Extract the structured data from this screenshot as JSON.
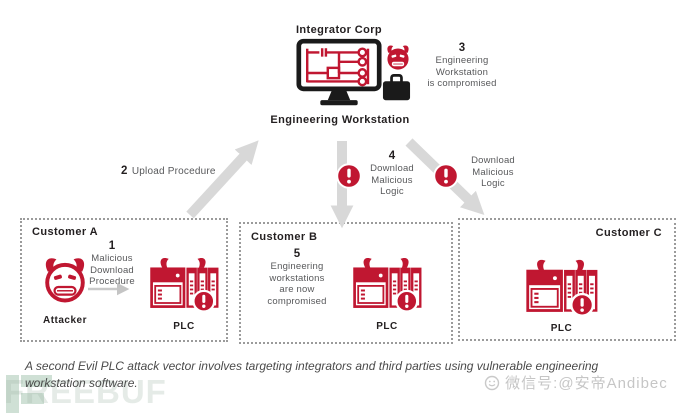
{
  "colors": {
    "brand_red": "#c01731",
    "arrow_gray": "#d8d8d8",
    "text_dark": "#231f20",
    "text_gray": "#58595b",
    "box_border_gray": "#9b9b9b",
    "caption_gray": "#4a4a4a"
  },
  "icons": {
    "devil": "devil-face-with-horns",
    "briefcase": "black-briefcase",
    "workstation": "monitor-with-ladder-logic",
    "plc": "plc-rack-with-devil-horns-and-alert",
    "alert": "exclamation-circle",
    "arrow": "thick-gray-arrow",
    "freebuf_logo": "pale-green-f-blocks",
    "chat_face": "smiley-watermark"
  },
  "integrator": {
    "title": "Integrator Corp",
    "workstation_label": "Engineering Workstation",
    "step3": {
      "num": "3",
      "lines": [
        "Engineering",
        "Workstation",
        "is compromised"
      ]
    }
  },
  "flows": {
    "upload": {
      "num": "2",
      "label": "Upload Procedure"
    },
    "download_b": {
      "num": "4",
      "lines": [
        "Download",
        "Malicious",
        "Logic"
      ]
    },
    "download_c": {
      "lines": [
        "Download",
        "Malicious",
        "Logic"
      ]
    }
  },
  "customers": [
    {
      "name": "Customer A",
      "attacker_label": "Attacker",
      "plc_label": "PLC",
      "step": {
        "num": "1",
        "lines": [
          "Malicious",
          "Download",
          "Procedure"
        ]
      }
    },
    {
      "name": "Customer B",
      "plc_label": "PLC",
      "step": {
        "num": "5",
        "lines": [
          "Engineering",
          "workstations",
          "are now",
          "compromised"
        ]
      }
    },
    {
      "name": "Customer C",
      "plc_label": "PLC"
    }
  ],
  "caption": "A second Evil PLC attack vector involves targeting integrators and third parties using vulnerable engineering workstation software.",
  "watermarks": {
    "left": "FREEBUF",
    "right": "微信号:@安帝Andibec"
  }
}
